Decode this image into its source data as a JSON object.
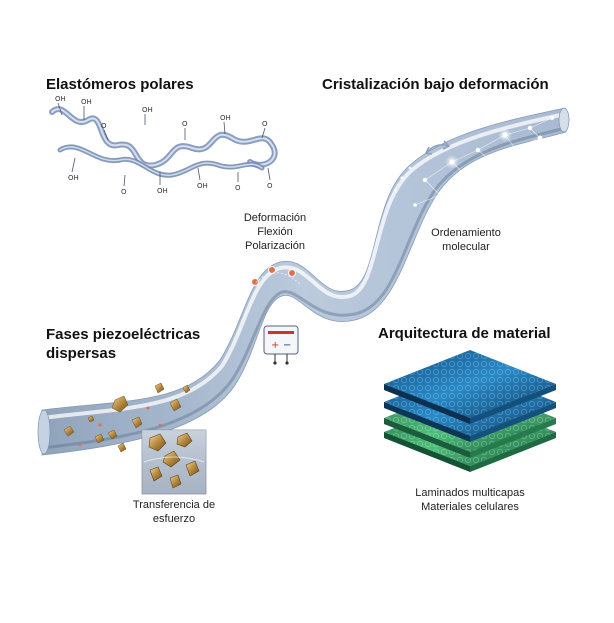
{
  "headings": {
    "top_left": "Elastómeros polares",
    "top_right": "Cristalización bajo deformación",
    "mid_left_line1": "Fases piezoeléctricas",
    "mid_left_line2": "dispersas",
    "mid_right": "Arquitectura de material"
  },
  "notes": {
    "center": [
      "Deformación",
      "Flexión",
      "Polarización"
    ],
    "right": [
      "Ordenamiento",
      "molecular"
    ],
    "bottom_left": [
      "Transferencia de",
      "esfuerzo"
    ],
    "bottom_right": [
      "Laminados multicapas",
      "Materiales celulares"
    ]
  },
  "polymer_labels": [
    "OH",
    "OH",
    "O",
    "OH",
    "O",
    "OH",
    "O",
    "OH",
    "OH",
    "O",
    "O",
    "OH",
    "O"
  ],
  "circuit": {
    "plus": "+",
    "minus": "−"
  },
  "colors": {
    "tube": "#9fb3cc",
    "tube_light": "#dde6f2",
    "chain": "#7d93b8",
    "crystal": "#c9a25a",
    "layer_blue": "#1f6fa8",
    "layer_green": "#3aa66a",
    "dipole": "#e07048"
  }
}
